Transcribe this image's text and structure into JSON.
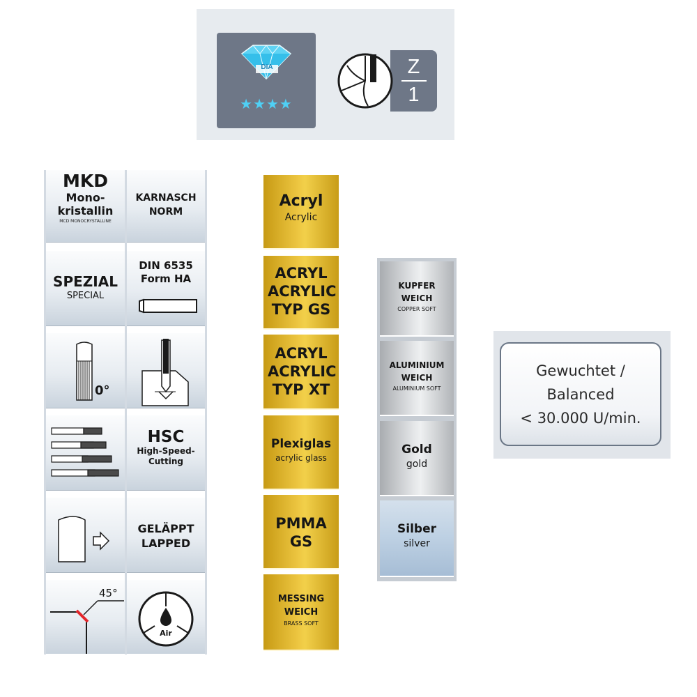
{
  "top": {
    "diamond_label": "DIA",
    "stars": "★★★★",
    "z_top": "Z",
    "z_bottom": "1"
  },
  "left_tiles": {
    "mkd_title": "MKD",
    "mkd_line2": "Mono-",
    "mkd_line3": "kristallin",
    "mkd_sub": "MCD MONOCRYSTALLINE",
    "karnasch_line1": "KARNASCH",
    "karnasch_line2": "NORM",
    "spezial_title": "SPEZIAL",
    "spezial_sub": "SPECIAL",
    "din_line1": "DIN 6535",
    "din_line2": "Form HA",
    "angle_zero": "0°",
    "hsc_title": "HSC",
    "hsc_line2": "High-Speed-",
    "hsc_line3": "Cutting",
    "lapped_line1": "GELÄPPT",
    "lapped_line2": "LAPPED",
    "angle_45": "45°",
    "air_label": "Air"
  },
  "gold_column": [
    {
      "title": "Acryl",
      "sub": "Acrylic"
    },
    {
      "title": "ACRYL ACRYLIC TYP GS",
      "sub": ""
    },
    {
      "title": "ACRYL ACRYLIC TYP XT",
      "sub": ""
    },
    {
      "title": "Plexiglas",
      "sub": "acrylic glass"
    },
    {
      "title": "PMMA GS",
      "sub": ""
    },
    {
      "title": "MESSING WEICH",
      "sub": "BRASS SOFT"
    }
  ],
  "silver_column": [
    {
      "title": "KUPFER WEICH",
      "sub": "COPPER SOFT"
    },
    {
      "title": "ALUMINIUM WEICH",
      "sub": "ALUMINIUM SOFT"
    },
    {
      "title": "Gold",
      "sub": "gold"
    },
    {
      "title": "Silber",
      "sub": "silver"
    }
  ],
  "balanced": {
    "line1": "Gewuchtet /",
    "line2": "Balanced",
    "line3": "< 30.000 U/min."
  },
  "colors": {
    "slate": "#6e7787",
    "gold": "#e8c23c",
    "silver": "#dfe1e3",
    "diamond": "#3ec7f0",
    "red_edge": "#e3262b"
  }
}
